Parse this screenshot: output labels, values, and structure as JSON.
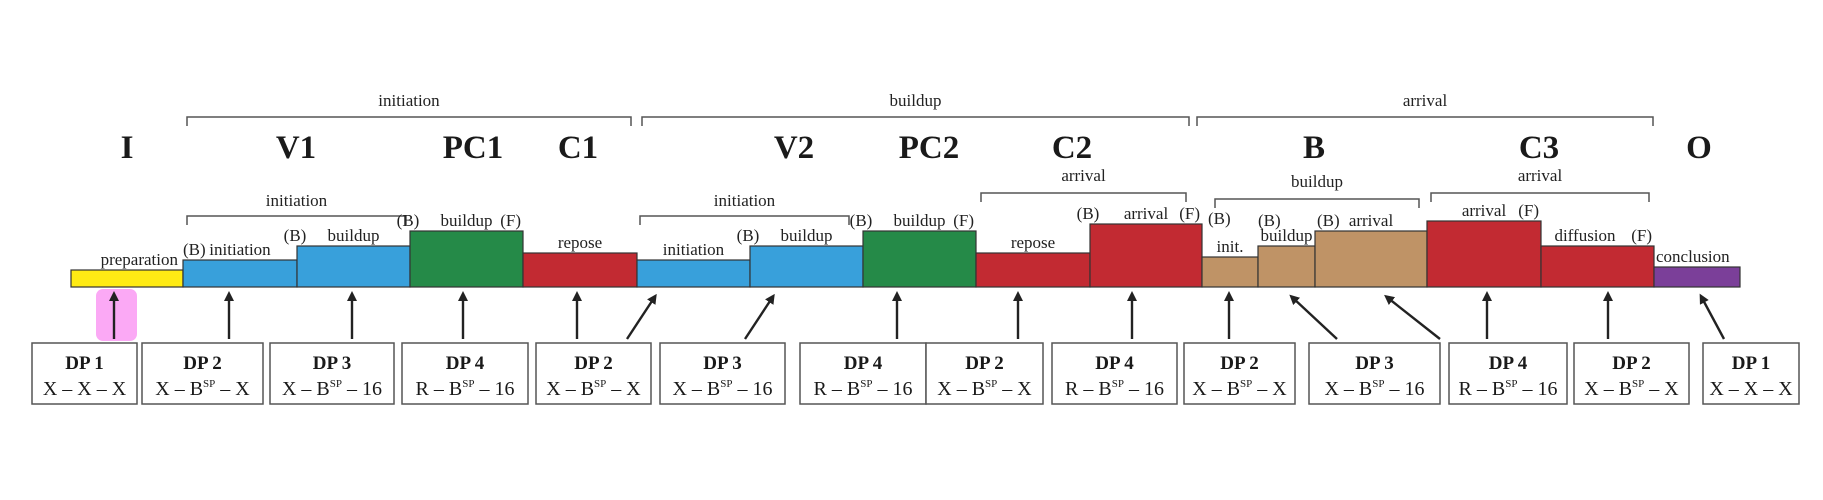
{
  "sections": [
    "I",
    "V1",
    "PC1",
    "C1",
    "V2",
    "PC2",
    "C2",
    "B",
    "C3",
    "O"
  ],
  "top_brackets": [
    "initiation",
    "buildup",
    "arrival"
  ],
  "sub_brackets": [
    "initiation",
    "initiation",
    "arrival",
    "buildup",
    "arrival"
  ],
  "markers": {
    "begin": "(B)",
    "final": "(F)"
  },
  "segments": [
    {
      "label": "preparation",
      "b": false,
      "f": false,
      "color": "#FFEB14"
    },
    {
      "label": "initiation",
      "b": true,
      "f": false,
      "color": "#38A0DB"
    },
    {
      "label": "buildup",
      "b": true,
      "f": false,
      "color": "#38A0DB"
    },
    {
      "label": "buildup",
      "b": true,
      "f": true,
      "color": "#258A48"
    },
    {
      "label": "repose",
      "b": false,
      "f": false,
      "color": "#C22A32"
    },
    {
      "label": "initiation",
      "b": false,
      "f": false,
      "color": "#38A0DB"
    },
    {
      "label": "buildup",
      "b": true,
      "f": false,
      "color": "#38A0DB"
    },
    {
      "label": "buildup",
      "b": true,
      "f": true,
      "color": "#258A48"
    },
    {
      "label": "repose",
      "b": false,
      "f": false,
      "color": "#C22A32"
    },
    {
      "label": "arrival",
      "b": true,
      "f": true,
      "color": "#C22A32"
    },
    {
      "label": "init.",
      "b": true,
      "f": false,
      "color": "#BF9366"
    },
    {
      "label": "buildup",
      "b": true,
      "f": false,
      "color": "#BF9366"
    },
    {
      "label": "arrival",
      "b": true,
      "f": false,
      "color": "#BF9366"
    },
    {
      "label": "arrival",
      "b": false,
      "f": true,
      "color": "#C22A32"
    },
    {
      "label": "diffusion",
      "b": false,
      "f": true,
      "color": "#C22A32"
    },
    {
      "label": "conclusion",
      "b": false,
      "f": false,
      "color": "#7B3F99"
    }
  ],
  "highlight_color": "#FBA9F5",
  "boxes": [
    {
      "title": "DP 1",
      "a": "X – X – X",
      "sup": "",
      "c": ""
    },
    {
      "title": "DP 2",
      "a": "X – B",
      "sup": "SP",
      "c": " – X"
    },
    {
      "title": "DP 3",
      "a": "X – B",
      "sup": "SP",
      "c": " – 16"
    },
    {
      "title": "DP 4",
      "a": "R – B",
      "sup": "SP",
      "c": " – 16"
    },
    {
      "title": "DP 2",
      "a": "X – B",
      "sup": "SP",
      "c": " – X"
    },
    {
      "title": "DP 3",
      "a": "X – B",
      "sup": "SP",
      "c": " – 16"
    },
    {
      "title": "DP 4",
      "a": "R – B",
      "sup": "SP",
      "c": " – 16"
    },
    {
      "title": "DP 2",
      "a": "X – B",
      "sup": "SP",
      "c": " – X"
    },
    {
      "title": "DP 4",
      "a": "R – B",
      "sup": "SP",
      "c": " – 16"
    },
    {
      "title": "DP 2",
      "a": "X – B",
      "sup": "SP",
      "c": " – X"
    },
    {
      "title": "DP 3",
      "a": "X – B",
      "sup": "SP",
      "c": " – 16"
    },
    {
      "title": "DP 4",
      "a": "R – B",
      "sup": "SP",
      "c": " – 16"
    },
    {
      "title": "DP 2",
      "a": "X – B",
      "sup": "SP",
      "c": " – X"
    },
    {
      "title": "DP 1",
      "a": "X – X – X",
      "sup": "",
      "c": ""
    }
  ]
}
